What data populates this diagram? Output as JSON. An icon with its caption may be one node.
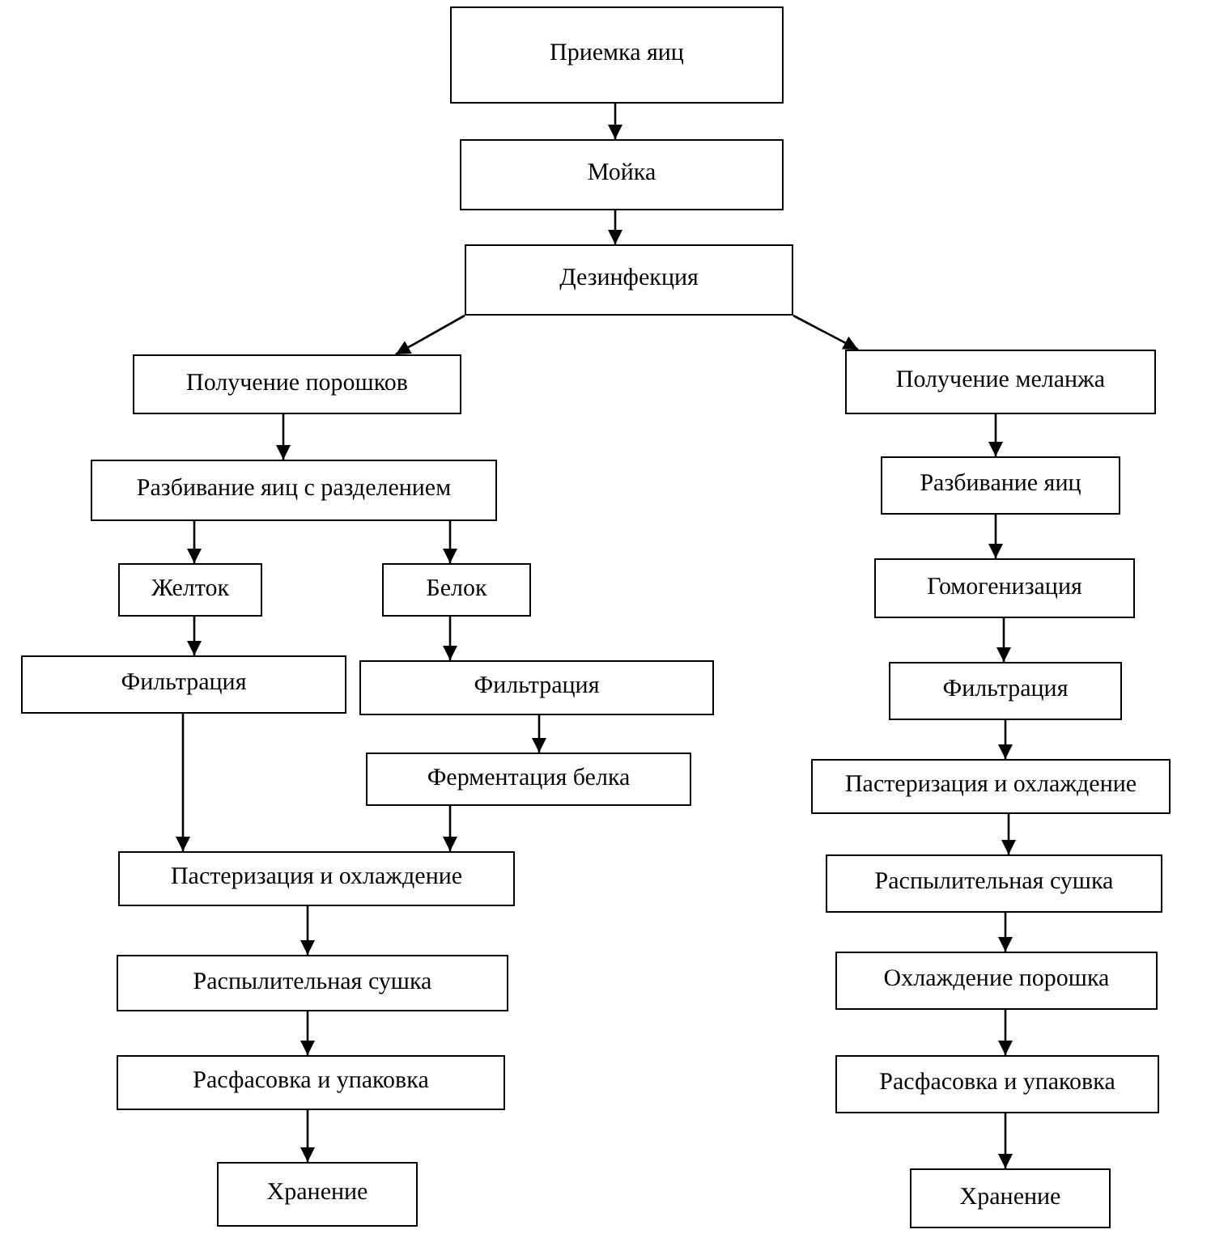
{
  "diagram": {
    "nodes": [
      {
        "text": [
          "Приемка яиц"
        ]
      },
      {
        "text": [
          "Мойка"
        ]
      },
      {
        "text": [
          "Дезинфекция"
        ]
      },
      {
        "text": [
          "Получение порошков"
        ]
      },
      {
        "text": [
          "Получение меланжа"
        ]
      },
      {
        "text": [
          "Разбивание яиц с разделением"
        ]
      },
      {
        "text": [
          "Желток"
        ]
      },
      {
        "text": [
          "Белок"
        ]
      },
      {
        "text": [
          "Фильтрация"
        ]
      },
      {
        "text": [
          "Фильтрация"
        ]
      },
      {
        "text": [
          "Ферментация белка"
        ]
      },
      {
        "text": [
          "Пастеризация и охлаждение"
        ]
      },
      {
        "text": [
          "Распылительная сушка"
        ]
      },
      {
        "text": [
          "Расфасовка и упаковка"
        ]
      },
      {
        "text": [
          "Хранение"
        ]
      },
      {
        "text": [
          "Разбивание яиц"
        ]
      },
      {
        "text": [
          "Гомогенизация"
        ]
      },
      {
        "text": [
          "Фильтрация"
        ]
      },
      {
        "text": [
          "Пастеризация и охлаждение"
        ]
      },
      {
        "text": [
          "Распылительная сушка"
        ]
      },
      {
        "text": [
          "Охлаждение порошка"
        ]
      },
      {
        "text": [
          "Расфасовка и упаковка"
        ]
      },
      {
        "text": [
          "Хранение"
        ]
      }
    ],
    "edges": [
      {
        "from": 0,
        "to": 1,
        "arrow": "to"
      },
      {
        "from": 1,
        "to": 2,
        "arrow": "to"
      },
      {
        "from": 2,
        "to": 3,
        "arrow": "to"
      },
      {
        "from": 2,
        "to": 4,
        "arrow": "to"
      },
      {
        "from": 3,
        "to": 5,
        "arrow": "to"
      },
      {
        "from": 5,
        "to": 6,
        "arrow": "to"
      },
      {
        "from": 5,
        "to": 7,
        "arrow": "to"
      },
      {
        "from": 6,
        "to": 8,
        "arrow": "to"
      },
      {
        "from": 7,
        "to": 9,
        "arrow": "to"
      },
      {
        "from": 9,
        "to": 10,
        "arrow": "to"
      },
      {
        "from": 8,
        "to": 11,
        "arrow": "to"
      },
      {
        "from": 10,
        "to": 11,
        "arrow": "to"
      },
      {
        "from": 11,
        "to": 12,
        "arrow": "to"
      },
      {
        "from": 12,
        "to": 13,
        "arrow": "to"
      },
      {
        "from": 13,
        "to": 14,
        "arrow": "to"
      },
      {
        "from": 4,
        "to": 15,
        "arrow": "to"
      },
      {
        "from": 15,
        "to": 16,
        "arrow": "to"
      },
      {
        "from": 16,
        "to": 17,
        "arrow": "to"
      },
      {
        "from": 17,
        "to": 18,
        "arrow": "to"
      },
      {
        "from": 18,
        "to": 19,
        "arrow": "to"
      },
      {
        "from": 19,
        "to": 20,
        "arrow": "to"
      },
      {
        "from": 20,
        "to": 21,
        "arrow": "to"
      },
      {
        "from": 21,
        "to": 22,
        "arrow": "to"
      }
    ]
  }
}
